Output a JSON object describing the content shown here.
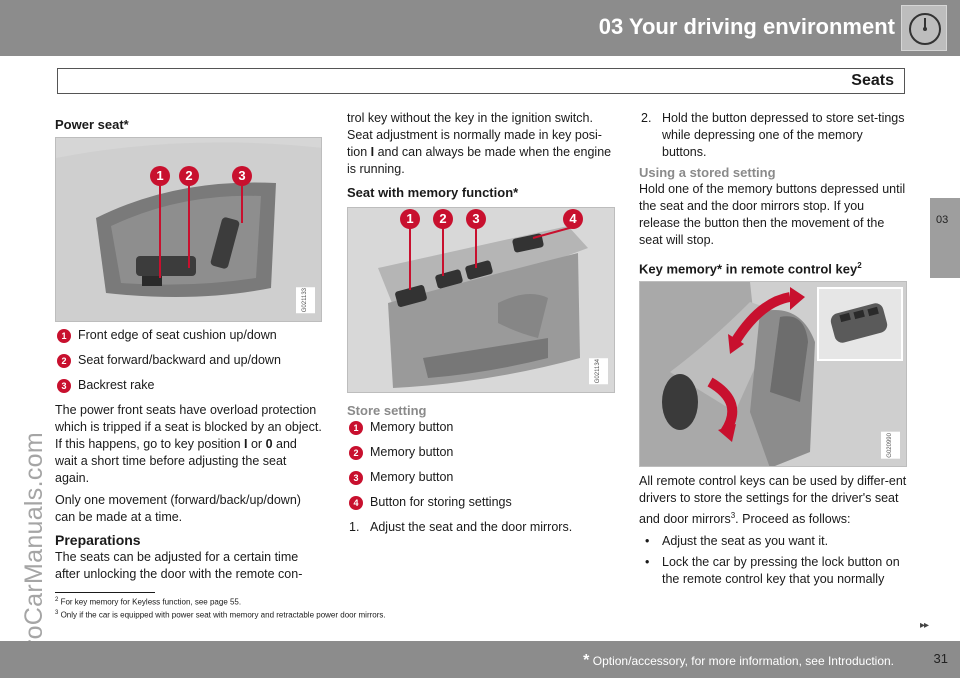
{
  "header": {
    "title": "03 Your driving environment",
    "section": "Seats",
    "chapter_tab": "03",
    "icon": "speedometer-icon"
  },
  "watermark": "ProCarManuals.com",
  "col1": {
    "heading": "Power seat*",
    "figure_code": "G021133",
    "figure_badges": [
      "1",
      "2",
      "3"
    ],
    "items": [
      {
        "num": "1",
        "text": "Front edge of seat cushion up/down"
      },
      {
        "num": "2",
        "text": "Seat forward/backward and up/down"
      },
      {
        "num": "3",
        "text": "Backrest rake"
      }
    ],
    "para1": {
      "before": "The power front seats have overload protection which is tripped if a seat is blocked by an object. If this happens, go to key position ",
      "key1": "I",
      "mid": " or ",
      "key2": "0",
      "after": " and wait a short time before adjusting the seat again."
    },
    "para2": "Only one movement (forward/back/up/down) can be made at a time.",
    "prep_heading": "Preparations",
    "prep_text": "The seats can be adjusted for a certain time after unlocking the door with the remote con-"
  },
  "col2": {
    "para": {
      "before": "trol key without the key in the ignition switch. Seat adjustment is normally made in key posi-tion ",
      "key": "I",
      "after": " and can always be made when the engine is running."
    },
    "heading": "Seat with memory function*",
    "figure_code": "G021134",
    "figure_badges": [
      "1",
      "2",
      "3",
      "4"
    ],
    "store_heading": "Store setting",
    "items": [
      {
        "num": "1",
        "text": "Memory button"
      },
      {
        "num": "2",
        "text": "Memory button"
      },
      {
        "num": "3",
        "text": "Memory button"
      },
      {
        "num": "4",
        "text": "Button for storing settings"
      }
    ],
    "step1": {
      "num": "1.",
      "text": "Adjust the seat and the door mirrors."
    }
  },
  "col3": {
    "step2": {
      "num": "2.",
      "text": "Hold the button depressed to store set-tings while depressing one of the memory buttons."
    },
    "stored_heading": "Using a stored setting",
    "stored_text": "Hold one of the memory buttons depressed until the seat and the door mirrors stop. If you release the button then the movement of the seat will stop.",
    "key_heading": "Key memory* in remote control key",
    "key_heading_sup": "2",
    "figure_code": "G020990",
    "para": {
      "before": "All remote control keys can be used by differ-ent drivers to store the settings for the driver's seat and door mirrors",
      "sup": "3",
      "after": ". Proceed as follows:"
    },
    "bullets": [
      "Adjust the seat as you want it.",
      "Lock the car by pressing the lock button on the remote control key that you normally"
    ]
  },
  "footnotes": [
    {
      "num": "2",
      "text": "For key memory for Keyless function, see page 55."
    },
    {
      "num": "3",
      "text": "Only if the car is equipped with power seat with memory and retractable power door mirrors."
    }
  ],
  "footer": {
    "star": "*",
    "note": "Option/accessory, for more information, see Introduction.",
    "page": "31",
    "next_arrows": "▸▸"
  },
  "colors": {
    "band": "#8c8c8c",
    "badge_red": "#c8102e",
    "figure_grey": "#d4d4d4"
  }
}
